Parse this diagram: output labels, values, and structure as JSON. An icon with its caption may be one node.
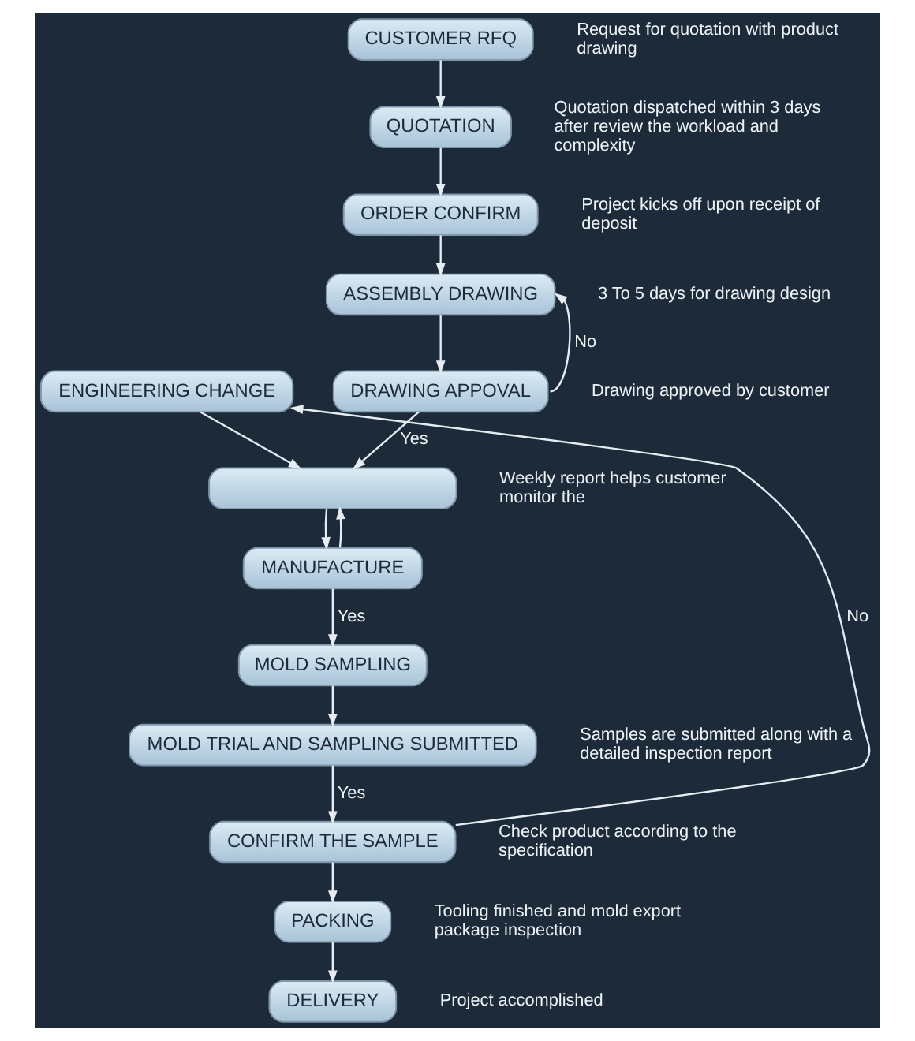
{
  "diagram": {
    "nodes": [
      {
        "text": [
          "CUSTOMER RFQ"
        ],
        "beside": [
          "Request for quotation with product drawing"
        ]
      },
      {
        "text": [
          "QUOTATION"
        ],
        "beside": [
          "Quotation dispatched within 3 days after review the workload and complexity"
        ]
      },
      {
        "text": [
          "ORDER CONFIRM"
        ],
        "beside": [
          "Project kicks off upon receipt of deposit"
        ]
      },
      {
        "text": [
          "ASSEMBLY DRAWING"
        ],
        "beside": [
          "3 To 5 days for drawing design"
        ]
      },
      {
        "text": [
          "ENGINEERING CHANGE"
        ]
      },
      {
        "text": [
          "DRAWING APPOVAL"
        ],
        "beside": [
          "Drawing approved by customer"
        ]
      },
      {
        "text": [],
        "shape": "box",
        "beside": [
          "Weekly report helps customer monitor the"
        ]
      },
      {
        "text": [
          "MANUFACTURE"
        ]
      },
      {
        "text": [
          "MOLD SAMPLING"
        ]
      },
      {
        "text": [
          "MOLD TRIAL AND SAMPLING SUBMITTED"
        ],
        "beside": [
          "Samples are submitted along with a detailed inspection report"
        ]
      },
      {
        "text": [
          "CONFIRM THE SAMPLE"
        ],
        "beside": [
          "Check product according to the specification"
        ]
      },
      {
        "text": [
          "PACKING"
        ],
        "beside": [
          "Tooling finished and mold export package inspection"
        ]
      },
      {
        "text": [
          "DELIVERY"
        ],
        "beside": [
          "Project accomplished"
        ]
      }
    ],
    "edges": [
      {
        "from": 0,
        "to": 1,
        "arrow": "to"
      },
      {
        "from": 1,
        "to": 2,
        "arrow": "to"
      },
      {
        "from": 2,
        "to": 3,
        "arrow": "to"
      },
      {
        "from": 3,
        "to": 5,
        "arrow": "to"
      },
      {
        "from": 5,
        "to": 3,
        "arrow": "to",
        "label": "No"
      },
      {
        "from": 5,
        "to": 6,
        "arrow": "to",
        "label": "Yes"
      },
      {
        "from": 6,
        "to": 7,
        "arrow": "to"
      },
      {
        "from": 7,
        "to": 6,
        "arrow": "to"
      },
      {
        "from": 4,
        "to": 6,
        "arrow": "to"
      },
      {
        "from": 7,
        "to": 8,
        "arrow": "to",
        "label": "Yes"
      },
      {
        "from": 8,
        "to": 9,
        "arrow": "to"
      },
      {
        "from": 9,
        "to": 10,
        "arrow": "to",
        "label": "Yes"
      },
      {
        "from": 10,
        "to": 4,
        "arrow": "to",
        "label": "No"
      },
      {
        "from": 10,
        "to": 11,
        "arrow": "to"
      },
      {
        "from": 11,
        "to": 12,
        "arrow": "to"
      }
    ]
  }
}
